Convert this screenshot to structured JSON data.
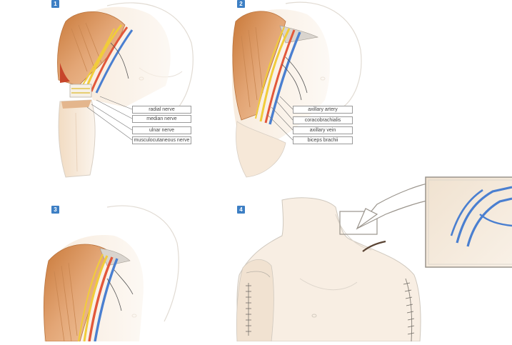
{
  "panels": [
    {
      "number": "1",
      "labels": [
        "radial nerve",
        "median nerve",
        "ulnar nerve",
        "musculocutaneous nerve"
      ]
    },
    {
      "number": "2",
      "labels": [
        "axillary artery",
        "coracobrachialis",
        "axillary vein",
        "biceps brachii"
      ]
    },
    {
      "number": "3",
      "labels": []
    },
    {
      "number": "4",
      "labels": []
    }
  ],
  "colors": {
    "skin": "#f6e8d8",
    "muscle": "#d99a63",
    "muscle_dark": "#b8642e",
    "nerve": "#f1cc3a",
    "artery": "#e2573a",
    "vein": "#4a7fd0",
    "outline": "#c9c4bd",
    "badge": "#3d7fc4"
  }
}
